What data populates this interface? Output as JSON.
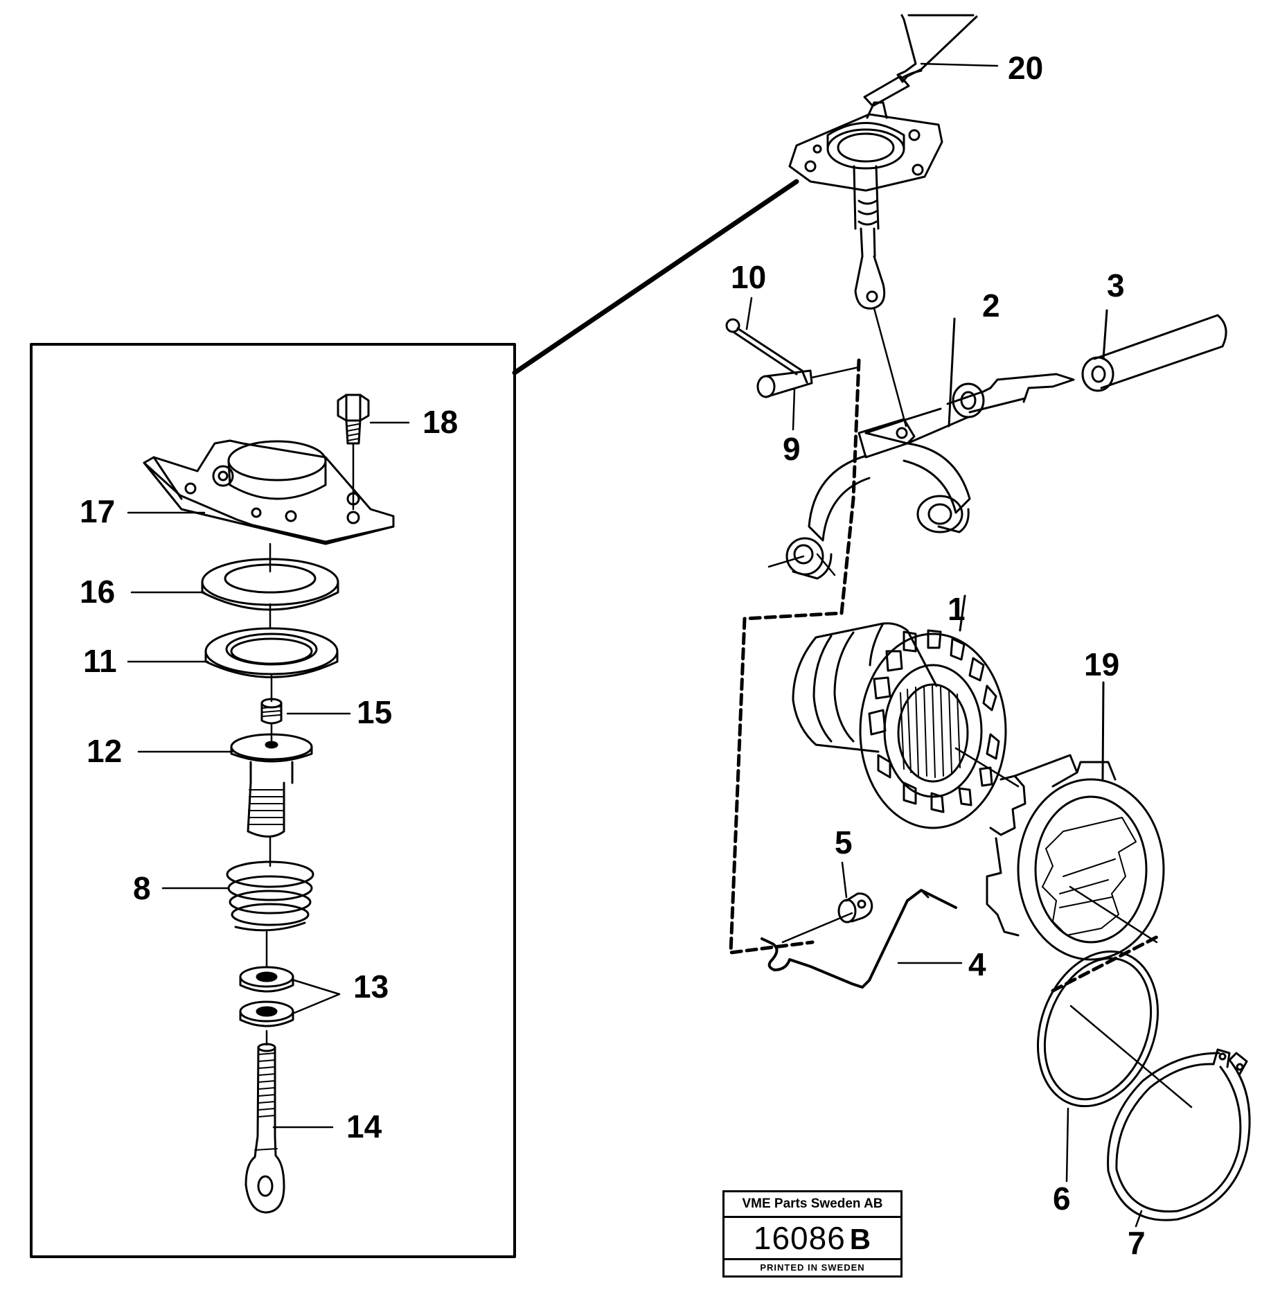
{
  "parts": {
    "p1": "1",
    "p2": "2",
    "p3": "3",
    "p4": "4",
    "p5": "5",
    "p6": "6",
    "p7": "7",
    "p8": "8",
    "p9": "9",
    "p10": "10",
    "p11": "11",
    "p12": "12",
    "p13": "13",
    "p14": "14",
    "p15": "15",
    "p16": "16",
    "p17": "17",
    "p18": "18",
    "p19": "19",
    "p20": "20"
  },
  "stamp": {
    "company": "VME Parts Sweden AB",
    "number": "16086",
    "suffix": "B",
    "footer": "PRINTED IN SWEDEN"
  }
}
